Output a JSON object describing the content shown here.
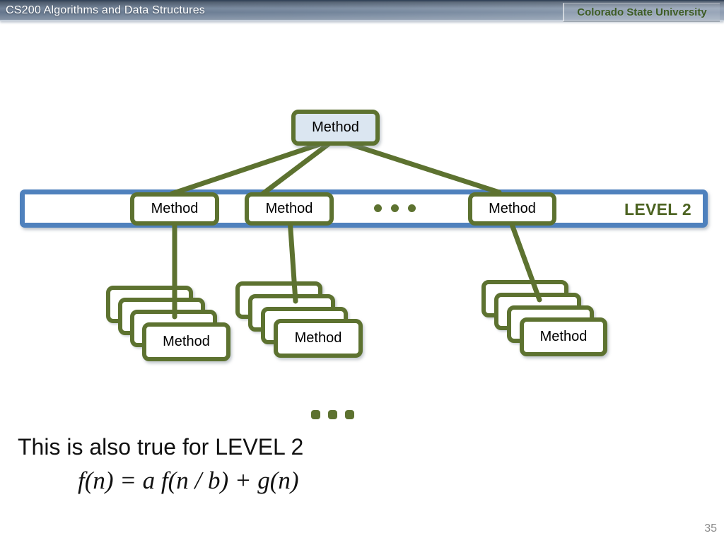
{
  "header": {
    "course": "CS200 Algorithms and Data Structures",
    "university": "Colorado State University"
  },
  "diagram": {
    "root": {
      "label": "Method"
    },
    "level2": {
      "band_label": "LEVEL 2",
      "nodes": [
        {
          "label": "Method"
        },
        {
          "label": "Method"
        },
        {
          "label": "Method"
        }
      ]
    },
    "stacks": [
      {
        "label": "Method"
      },
      {
        "label": "Method"
      },
      {
        "label": "Method"
      }
    ]
  },
  "body": {
    "statement": "This is also true for LEVEL 2",
    "formula": "f(n) = a f(n / b) + g(n)"
  },
  "footer": {
    "page_number": "35"
  },
  "colors": {
    "olive": "#5d7230",
    "band_blue": "#4f81bd",
    "root_fill": "#dbe6f1",
    "csu_green": "#3d5c26"
  }
}
